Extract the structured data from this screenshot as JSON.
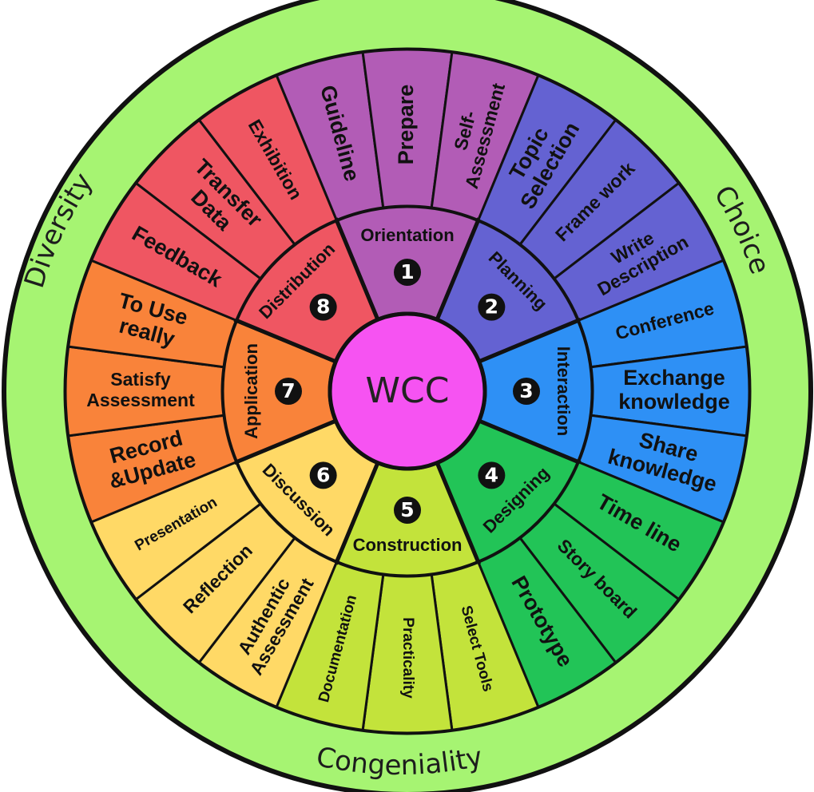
{
  "center": {
    "label": "WCC"
  },
  "outer_ring": {
    "labels": [
      {
        "text": "Choice"
      },
      {
        "text": "Congeniality"
      },
      {
        "text": "Diversity"
      }
    ]
  },
  "stages": [
    {
      "name": "Orientation",
      "number": "1",
      "color": "#B25CB6",
      "items": [
        "Guideline",
        "Prepare",
        "Self-\nAssessment"
      ]
    },
    {
      "name": "Planning",
      "number": "2",
      "color": "#6462D2",
      "items": [
        "Topic\nSelection",
        "Frame work",
        "Write\nDescription"
      ]
    },
    {
      "name": "Interaction",
      "number": "3",
      "color": "#2E90F5",
      "items": [
        "Conference",
        "Exchange\nknowledge",
        "Share\nknowledge"
      ]
    },
    {
      "name": "Designing",
      "number": "4",
      "color": "#22C457",
      "items": [
        "Time line",
        "Story board",
        "Prototype"
      ]
    },
    {
      "name": "Construction",
      "number": "5",
      "color": "#C3E33B",
      "items": [
        "Select Tools",
        "Practicality",
        "Documentation"
      ]
    },
    {
      "name": "Discussion",
      "number": "6",
      "color": "#FFD966",
      "items": [
        "Authentic\nAssessment",
        "Reflection",
        "Presentation"
      ]
    },
    {
      "name": "Application",
      "number": "7",
      "color": "#F9833A",
      "items": [
        "Record\n&Update",
        "Satisfy\nAssessment",
        "To Use\nreally"
      ]
    },
    {
      "name": "Distribution",
      "number": "8",
      "color": "#EF5662",
      "items": [
        "Feedback",
        "Transfer\nData",
        "Exhibition"
      ]
    }
  ],
  "colors": {
    "outer_ring": "#A6F472",
    "center": "#F653F2",
    "stroke": "#111111",
    "number_badge": "#111111",
    "number_text": "#ffffff"
  }
}
